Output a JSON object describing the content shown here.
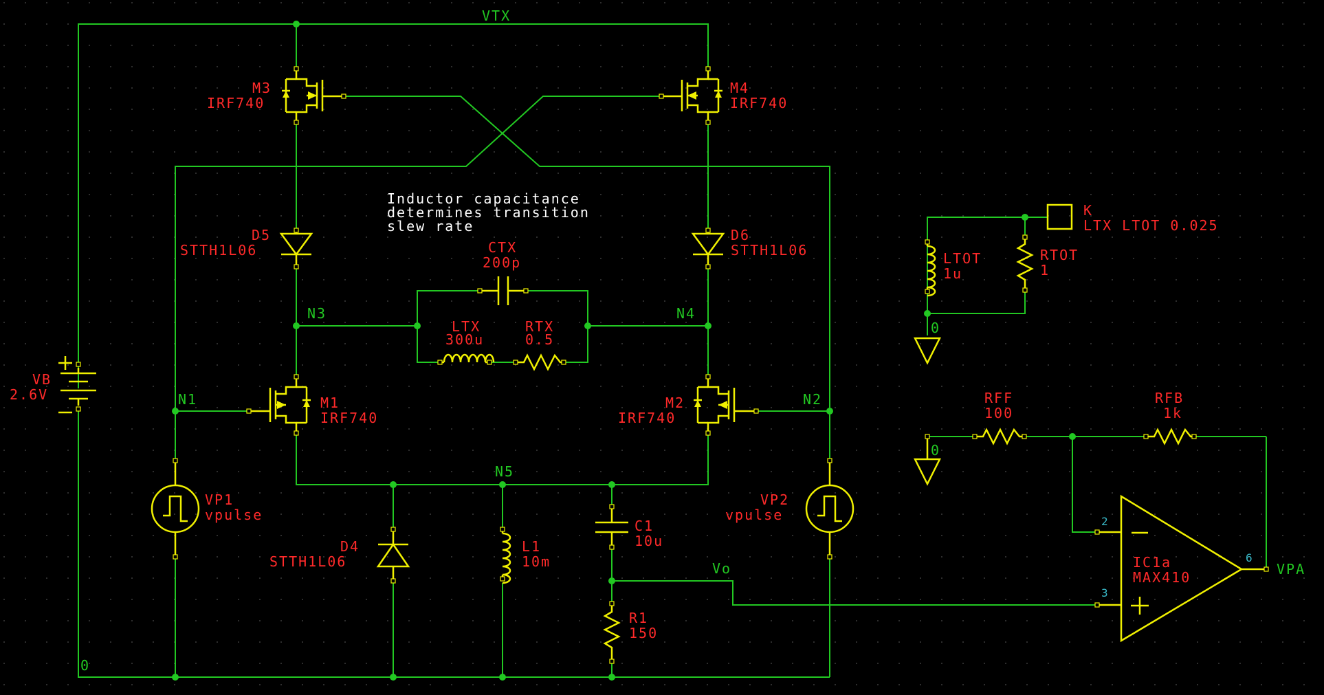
{
  "nets": {
    "vtx": "VTX",
    "n1": "N1",
    "n2": "N2",
    "n3": "N3",
    "n4": "N4",
    "n5": "N5",
    "vo": "Vo",
    "vpa": "VPA",
    "gnd_main": "0",
    "gnd_k": "0",
    "gnd_amp": "0"
  },
  "note": {
    "line1": "Inductor capacitance",
    "line2": "determines transition",
    "line3": "slew rate"
  },
  "components": {
    "m3": {
      "ref": "M3",
      "value": "IRF740"
    },
    "m4": {
      "ref": "M4",
      "value": "IRF740"
    },
    "m1": {
      "ref": "M1",
      "value": "IRF740"
    },
    "m2": {
      "ref": "M2",
      "value": "IRF740"
    },
    "d5": {
      "ref": "D5",
      "value": "STTH1L06"
    },
    "d6": {
      "ref": "D6",
      "value": "STTH1L06"
    },
    "d4": {
      "ref": "D4",
      "value": "STTH1L06"
    },
    "ctx": {
      "ref": "CTX",
      "value": "200p"
    },
    "ltx": {
      "ref": "LTX",
      "value": "300u"
    },
    "rtx": {
      "ref": "RTX",
      "value": "0.5"
    },
    "vb": {
      "ref": "VB",
      "value": "2.6V"
    },
    "vp1": {
      "ref": "VP1",
      "value": "vpulse"
    },
    "vp2": {
      "ref": "VP2",
      "value": "vpulse"
    },
    "l1": {
      "ref": "L1",
      "value": "10m"
    },
    "c1": {
      "ref": "C1",
      "value": "10u"
    },
    "r1": {
      "ref": "R1",
      "value": "150"
    },
    "k": {
      "ref": "K",
      "value": "LTX LTOT 0.025"
    },
    "ltot": {
      "ref": "LTOT",
      "value": "1u"
    },
    "rtot": {
      "ref": "RTOT",
      "value": "1"
    },
    "rff": {
      "ref": "RFF",
      "value": "100"
    },
    "rfb": {
      "ref": "RFB",
      "value": "1k"
    },
    "ic1a": {
      "ref": "IC1a",
      "value": "MAX410"
    }
  },
  "opamp_pins": {
    "inv": "2",
    "noninv": "3",
    "out": "6"
  },
  "colors": {
    "background": "#000000",
    "wire": "#22c822",
    "part": "#f0f000",
    "ref_text": "#ff2a2a",
    "note_text": "#ffffff"
  }
}
